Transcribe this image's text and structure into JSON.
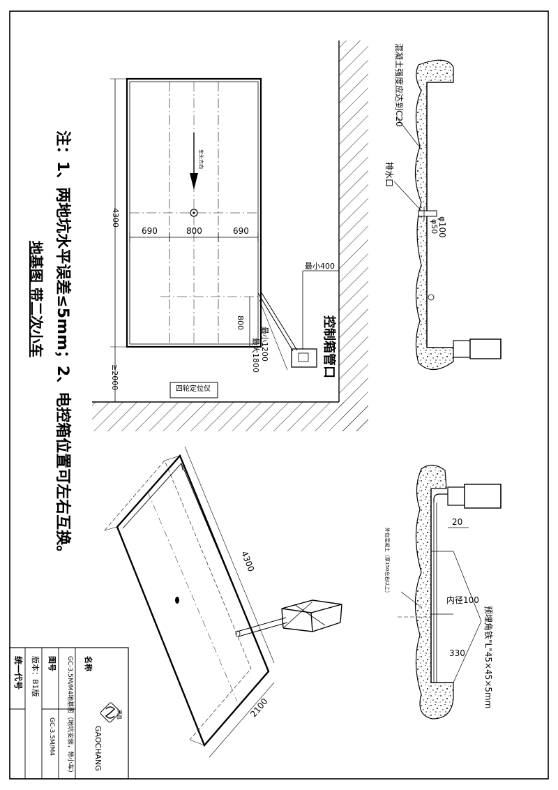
{
  "notes": {
    "line1": "注：1、两地坑水平误差≤5mm；2、电控箱位置可左右互换。",
    "subtitle": "地基图 带二次小车"
  },
  "plan_view": {
    "dim_total_length": "4300",
    "dim_left": "690",
    "dim_center": "800",
    "dim_right": "690",
    "dim_box_depth": "800",
    "dim_min_400": "最小400",
    "dim_min_1200": "最小1200",
    "dim_max_1800": "最大1800",
    "dim_ge_2000": "≥2000",
    "direction_label": "车头方向",
    "control_box_label": "控制箱管口",
    "wheel_locator_label": "四轮定位仪"
  },
  "section_top": {
    "concrete_label": "混凝土强度应达到C20",
    "drain_label": "排水口",
    "dia_100": "φ100",
    "dia_50": "φ50"
  },
  "section_bottom": {
    "dim_20": "20",
    "inner_dia": "内径100",
    "dim_330": "330",
    "angle_iron": "预埋角铁\"L\"45×45×5mm",
    "concrete_note": "外包混凝土（厚150左右以上）"
  },
  "iso_view": {
    "dim_4300": "4300",
    "dim_2100": "2100"
  },
  "title_block": {
    "name_header": "名称",
    "name_value": "GC-3.5M/M4地基图（地坑安装，带小车）",
    "drawing_no_header": "图号",
    "drawing_no_value": "GC-3.5M/M4",
    "version": "版本：B1版",
    "unified_code": "统一代号",
    "brand": "GAOCHANG",
    "brand_cn": "高昌"
  }
}
